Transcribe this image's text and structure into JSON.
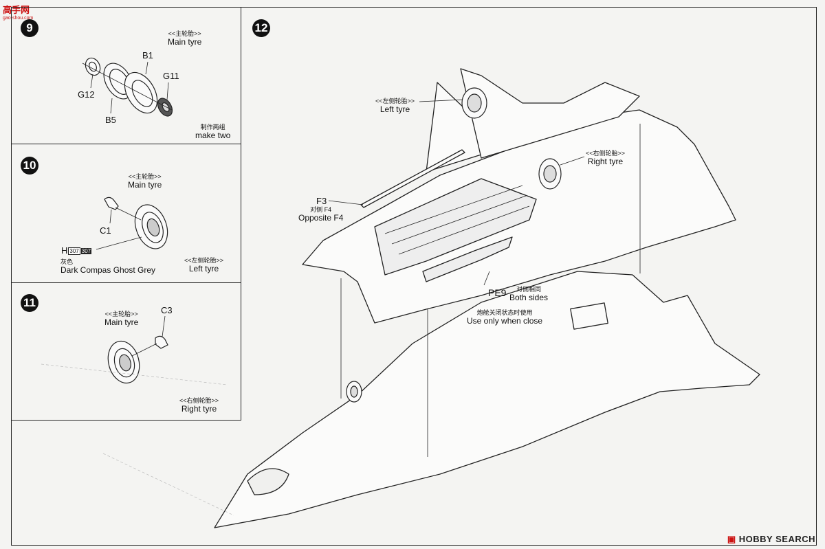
{
  "site_logo": {
    "text": "高手网",
    "sub": "gao-shou.com"
  },
  "watermark": {
    "brand": "HOBBY SEARCH"
  },
  "step9": {
    "number": "9",
    "title_cn": "<<主轮胎>>",
    "title_en": "Main tyre",
    "parts": [
      "B1",
      "G11",
      "G12",
      "B5"
    ],
    "note_cn": "制作两组",
    "note_en": "make two"
  },
  "step10": {
    "number": "10",
    "title_cn": "<<主轮胎>>",
    "title_en": "Main tyre",
    "part_c1": "C1",
    "paint_code": "H",
    "chip_a": "307",
    "chip_b": "307",
    "paint_cn": "灰色",
    "paint_en": "Dark Compas Ghost Grey",
    "side_cn": "<<左侧轮胎>>",
    "side_en": "Left tyre"
  },
  "step11": {
    "number": "11",
    "title_cn": "<<主轮胎>>",
    "title_en": "Main tyre",
    "part_c3": "C3",
    "side_cn": "<<右侧轮胎>>",
    "side_en": "Right tyre"
  },
  "step12": {
    "number": "12",
    "left_tyre_cn": "<<左侧轮胎>>",
    "left_tyre_en": "Left tyre",
    "right_tyre_cn": "<<右侧轮胎>>",
    "right_tyre_en": "Right tyre",
    "part_f3": "F3",
    "opposite_cn": "对侧 F4",
    "opposite_en": "Opposite F4",
    "part_pe9": "PE9",
    "both_cn": "对侧相同",
    "both_en": "Both sides",
    "close_cn": "炮舱关闭状态时使用",
    "close_en": "Use only when close"
  }
}
